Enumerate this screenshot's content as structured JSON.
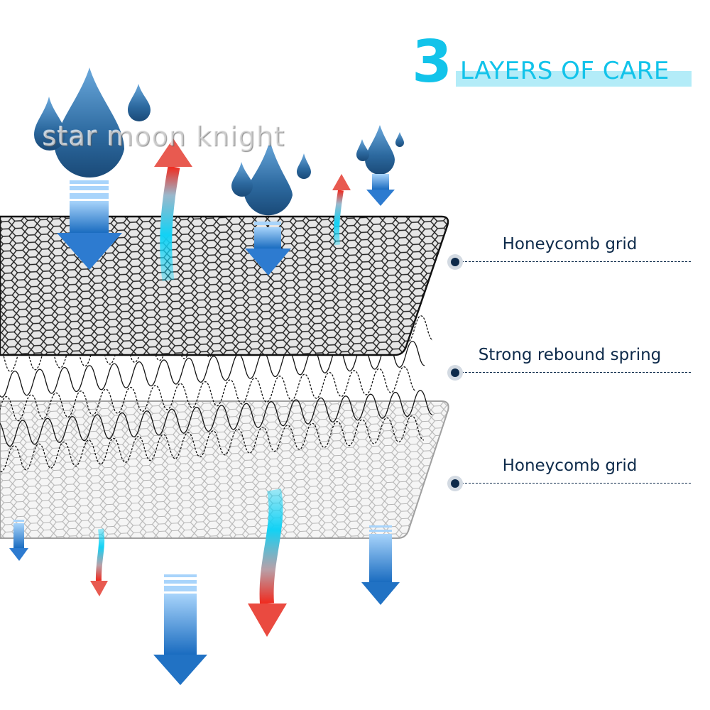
{
  "title": {
    "number": "3",
    "text": "LAYERS OF CARE",
    "color": "#12c3ea",
    "band_color": "#b3ecf8"
  },
  "watermark": "star moon knight",
  "layers": [
    {
      "label": "Honeycomb grid",
      "kind": "top-mesh",
      "fill": "#e6e6e6",
      "stroke": "#1a1a1a"
    },
    {
      "label": "Strong rebound spring",
      "kind": "spring",
      "stroke": "#111111"
    },
    {
      "label": "Honeycomb grid",
      "kind": "bottom-mesh",
      "fill": "#f4f4f4",
      "stroke": "#9a9a9a"
    }
  ],
  "label_color": "#0d2a4a",
  "icons": {
    "water_drop": "water-drop-icon",
    "down_arrow": "down-arrow-icon",
    "heat_arrow": "heat-vapor-arrow-icon"
  },
  "colors": {
    "drop_light": "#5b9bd1",
    "drop_dark": "#1e4f7d",
    "arrow_light": "#a8d4fb",
    "arrow_dark": "#1a6cc0",
    "vapor_cyan": "#12d2f5",
    "vapor_red": "#f02a1e"
  }
}
